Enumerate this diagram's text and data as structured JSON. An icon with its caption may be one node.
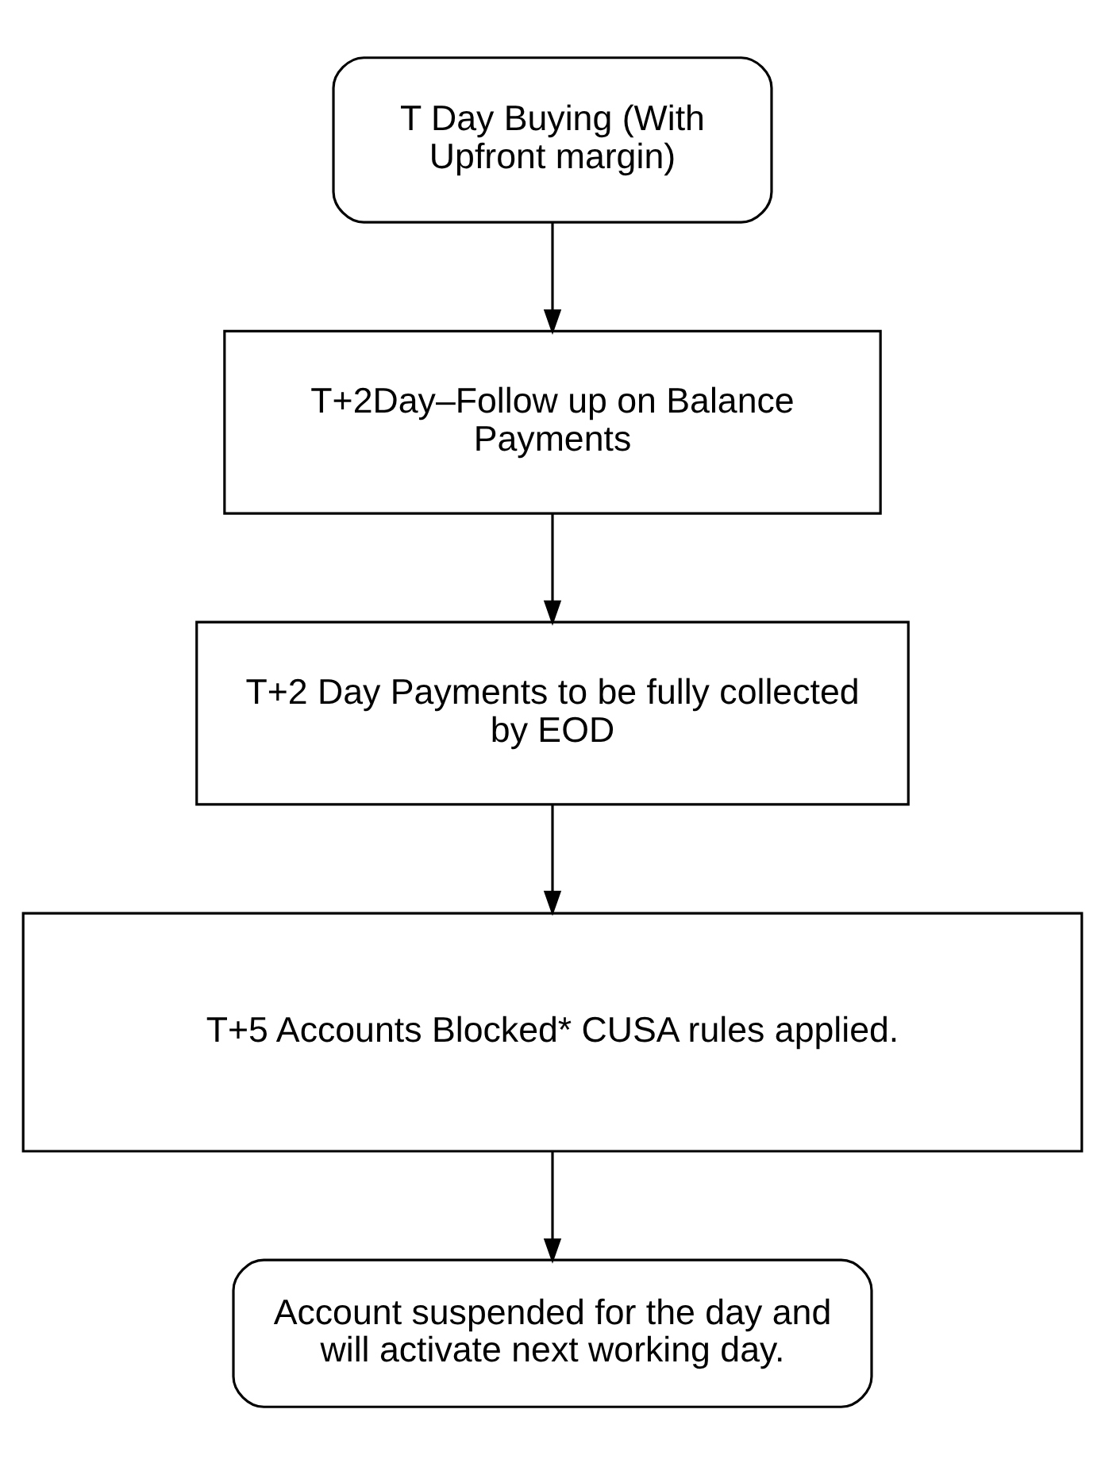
{
  "diagram": {
    "nodes": [
      {
        "text": [
          "T Day Buying (With Upfront margin)"
        ]
      },
      {
        "text": [
          "T+2Day–Follow up on Balance Payments"
        ]
      },
      {
        "text": [
          "T+2 Day Payments to be fully collected by EOD"
        ]
      },
      {
        "text": [
          "T+5 Accounts Blocked* CUSA rules applied."
        ]
      },
      {
        "text": [
          "Account suspended for the day and will activate next working day."
        ]
      }
    ],
    "edges": [
      {
        "from": 0,
        "to": 1,
        "arrow": "to"
      },
      {
        "from": 1,
        "to": 2,
        "arrow": "to"
      },
      {
        "from": 2,
        "to": 3,
        "arrow": "to"
      },
      {
        "from": 3,
        "to": 4,
        "arrow": "to"
      }
    ]
  }
}
